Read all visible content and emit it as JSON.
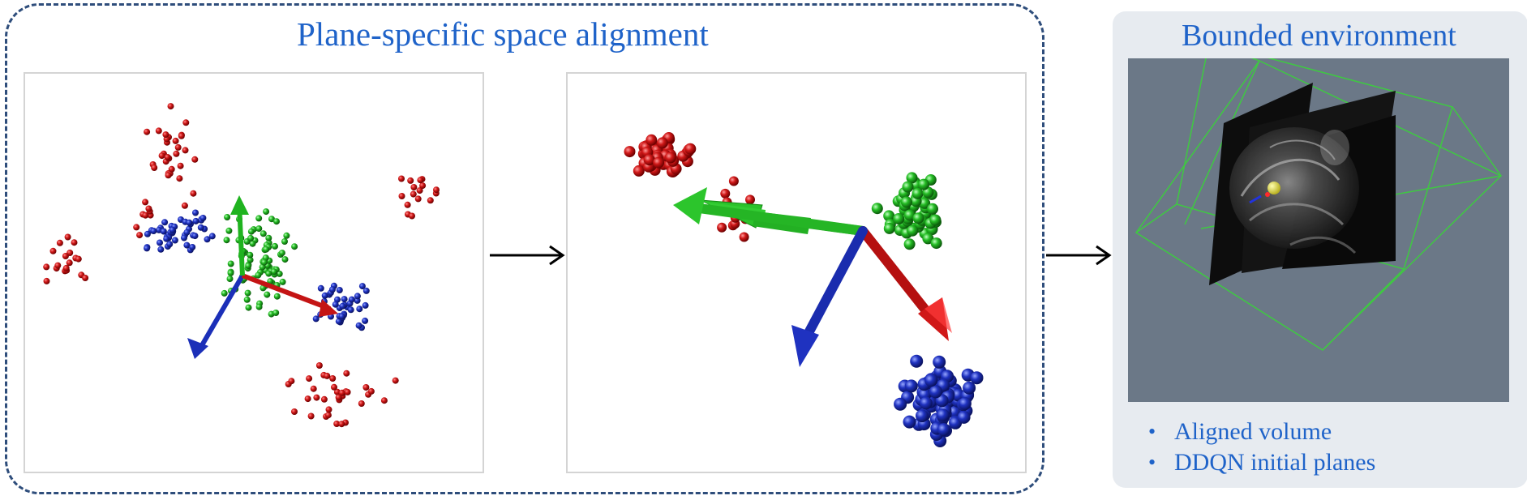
{
  "left_section": {
    "title": "Plane-specific space alignment"
  },
  "right_section": {
    "title": "Bounded environment",
    "bullets": [
      "Aligned volume",
      "DDQN initial planes"
    ]
  },
  "colors": {
    "title_blue": "#1f63c9",
    "frame_dashed": "#2e4d7b",
    "cluster_red": "#c41414",
    "cluster_green": "#1fb31f",
    "cluster_blue": "#1c2fb5",
    "viewport_bg": "#6b7887",
    "wireframe": "#3ad23a"
  },
  "icons": {
    "flow_arrow_1": "right-arrow-icon",
    "flow_arrow_2": "right-arrow-icon",
    "bullet": "bullet-dot-icon"
  }
}
